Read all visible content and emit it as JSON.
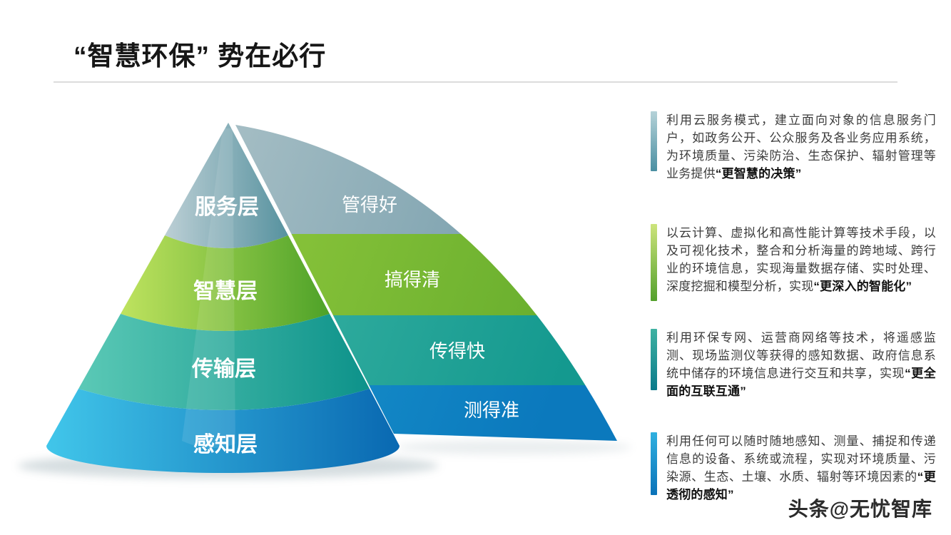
{
  "slide": {
    "title": "“智慧环保” 势在必行",
    "watermark": "头条@无忧智库"
  },
  "pyramid": {
    "layers": [
      {
        "name": "服务层",
        "tagline": "管得好",
        "cone_colors": [
          "#bccfd5",
          "#57929f"
        ],
        "flat_colors": [
          "#a4bdc4",
          "#7099a8"
        ]
      },
      {
        "name": "智慧层",
        "tagline": "搞得清",
        "cone_colors": [
          "#bfe35f",
          "#4ea228"
        ],
        "flat_colors": [
          "#8fc73c",
          "#66ad2d"
        ]
      },
      {
        "name": "传输层",
        "tagline": "传得快",
        "cone_colors": [
          "#5bc9b6",
          "#0d928a"
        ],
        "flat_colors": [
          "#3eb5a5",
          "#14998f"
        ]
      },
      {
        "name": "感知层",
        "tagline": "测得准",
        "cone_colors": [
          "#41c6ea",
          "#0968b1"
        ],
        "flat_colors": [
          "#1b98cf",
          "#0b79bd"
        ]
      }
    ]
  },
  "descriptions": [
    {
      "text": "利用云服务模式，建立面向对象的信息服务门户，如政务公开、公众服务及各业务应用系统，为环境质量、污染防治、生态保护、辐射管理等业务提供",
      "highlight": "“更智慧的决策”",
      "bar_colors": [
        "#b5d2d8",
        "#4a8fa2"
      ]
    },
    {
      "text": "以云计算、虚拟化和高性能计算等技术手段，以及可视化技术，整合和分析海量的跨地域、跨行业的环境信息，实现海量数据存储、实时处理、深度挖掘和模型分析，实现",
      "highlight": "“更深入的智能化”",
      "bar_colors": [
        "#cde47c",
        "#53a02c"
      ]
    },
    {
      "text": "利用环保专网、运营商网络等技术，将遥感监测、现场监测仪等获得的感知数据、政府信息系统中储存的环境信息进行交互和共享，实现",
      "highlight": "“更全面的互联互通”",
      "bar_colors": [
        "#3fb2a2",
        "#0a7a8a"
      ]
    },
    {
      "text": "利用任何可以随时随地感知、测量、捕捉和传递信息的设备、系统或流程，实现对环境质量、污染源、生态、土壤、水质、辐射等环境因素的",
      "highlight": "“更透彻的感知”",
      "bar_colors": [
        "#2fb0e0",
        "#0a72b8"
      ]
    }
  ]
}
